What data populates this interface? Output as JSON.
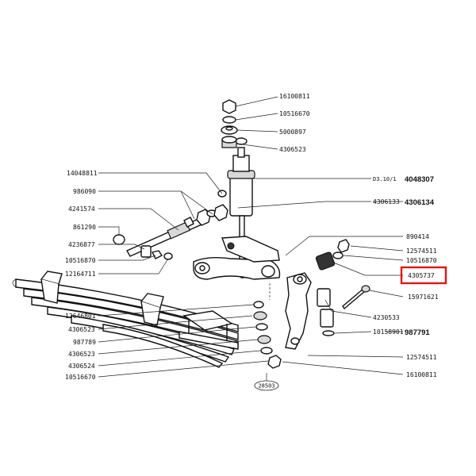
{
  "diagram": {
    "highlight_color": "#e01414",
    "labels": {
      "l16100811_top": "16100811",
      "l10516670_top": "10516670",
      "l5000897": "5000897",
      "l4306523_top": "4306523",
      "l14048811": "14048811",
      "ref_d3": "D3.10/1",
      "l4048307": "4048307",
      "l986090": "986090",
      "l4306133": "4306133",
      "l4306134": "4306134",
      "l4241574": "4241574",
      "l861290": "861290",
      "l890414": "890414",
      "l4236877": "4236877",
      "l12574511_top": "12574511",
      "l10516870_left": "10516870",
      "l10516870_right": "10516870",
      "l12164711": "12164711",
      "l4305737": "4305737",
      "l15971621": "15971621",
      "l12646801": "12646801",
      "l4230533": "4230533",
      "l4306523_mid": "4306523",
      "l10158901": "10158901",
      "l987791": "987791",
      "l987789": "987789",
      "l4306523_low": "4306523",
      "l12574511_bot": "12574511",
      "l4306524": "4306524",
      "l16100811_bot": "16100811",
      "l10516670_bot": "10516670",
      "figure_no": "28503"
    }
  }
}
